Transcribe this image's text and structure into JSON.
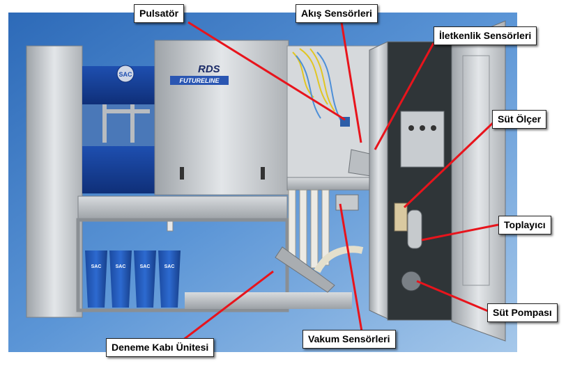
{
  "brand": {
    "logo_text": "SAC",
    "model": "RDS",
    "model_sub": "FUTURELINE"
  },
  "bin_logo": "SAC",
  "labels": {
    "pulsator": "Pulsatör",
    "flow_sensors": "Akış Sensörleri",
    "conductivity_sensors": "İletkenlik Sensörleri",
    "milk_meter": "Süt Ölçer",
    "collector": "Toplayıcı",
    "milk_pump": "Süt Pompası",
    "vacuum_sensors": "Vakum Sensörleri",
    "test_cup_unit": "Deneme Kabı Ünitesi"
  },
  "colors": {
    "background_blue": "#3a78c4",
    "steel": "#c9ccd0",
    "callout_line": "#e8141c",
    "bin_blue": "#1f57b8"
  }
}
